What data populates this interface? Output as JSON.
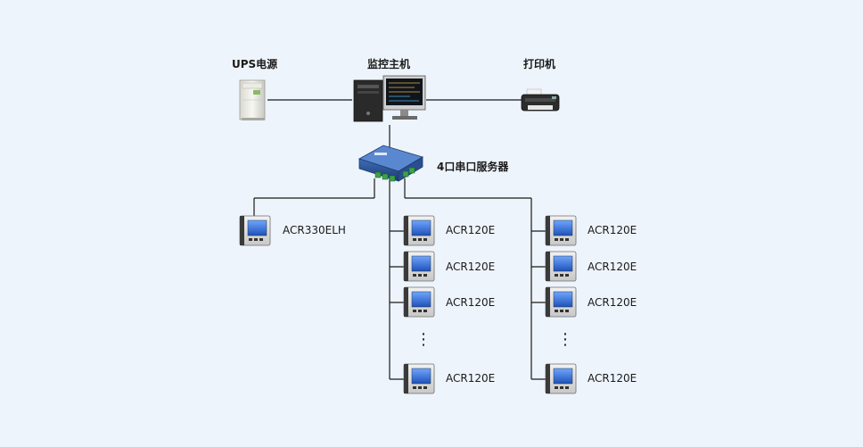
{
  "devices": {
    "ups": {
      "label": "UPS电源",
      "icon": "ups-cabinet-icon"
    },
    "host": {
      "label": "监控主机",
      "icon": "computer-monitor-icon"
    },
    "printer": {
      "label": "打印机",
      "icon": "printer-icon"
    },
    "serial_server": {
      "label": "4口串口服务器",
      "icon": "serial-server-icon"
    }
  },
  "meters": {
    "left": {
      "label": "ACR330ELH",
      "icon": "power-meter-icon"
    },
    "column1": {
      "labels": [
        "ACR120E",
        "ACR120E",
        "ACR120E",
        "ACR120E"
      ],
      "ellipsis": "⋮"
    },
    "column2": {
      "labels": [
        "ACR120E",
        "ACR120E",
        "ACR120E",
        "ACR120E"
      ],
      "ellipsis": "⋮"
    }
  },
  "colors": {
    "background": "#eef4fb",
    "line": "#1a1a1a",
    "meter_screen": "#2f6fd6",
    "server_body": "#2b4f8a"
  }
}
